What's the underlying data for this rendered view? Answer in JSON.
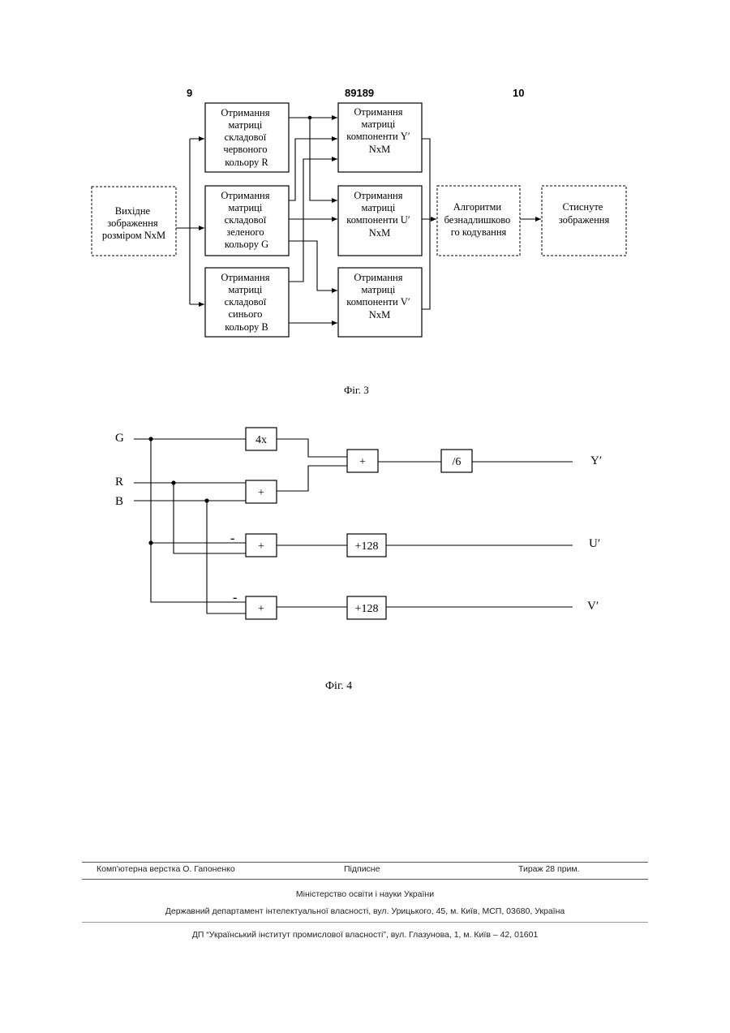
{
  "header": {
    "left_page": "9",
    "patent_number": "89189",
    "right_page": "10"
  },
  "fig3": {
    "caption": "Фіг. 3",
    "input_box": [
      "Вихідне",
      "зображення",
      "розміром NxM"
    ],
    "r_box": [
      "Отримання",
      "матриці",
      "складової",
      "червоного",
      "кольору R"
    ],
    "g_box": [
      "Отримання",
      "матриці",
      "складової",
      "зеленого",
      "кольору G"
    ],
    "b_box": [
      "Отримання",
      "матриці",
      "складової",
      "синього",
      "кольору B"
    ],
    "y_box": [
      "Отримання",
      "матриці",
      "компоненти Y′",
      "NxM"
    ],
    "u_box": [
      "Отримання",
      "матриці",
      "компоненти U′",
      "NxM"
    ],
    "v_box": [
      "Отримання",
      "матриці",
      "компоненти V′",
      "NxM"
    ],
    "alg_box": [
      "Алгоритми",
      "безнадлишково",
      "го кодування"
    ],
    "out_box": [
      "Стиснуте",
      "зображення"
    ]
  },
  "fig4": {
    "caption": "Фіг. 4",
    "inputs": {
      "g": "G",
      "r": "R",
      "b": "B"
    },
    "outputs": {
      "y": "Y′",
      "u": "U′",
      "v": "V′"
    },
    "blocks": {
      "mul4": "4x",
      "plus_rb": "+",
      "plus_y": "+",
      "div6": "/6",
      "plus_u": "+",
      "add128_u": "+128",
      "plus_v": "+",
      "add128_v": "+128"
    },
    "minus_sign": "-"
  },
  "footer": {
    "typesetting": "Комп'ютерна верстка О. Гапоненко",
    "signed": "Підписне",
    "circulation": "Тираж 28 прим.",
    "ministry": "Міністерство освіти і науки України",
    "department": "Державний департамент інтелектуальної власності, вул. Урицького, 45, м. Київ, МСП, 03680, Україна",
    "institute": "ДП “Український інститут промислової власності”, вул. Глазунова, 1, м. Київ – 42, 01601"
  }
}
